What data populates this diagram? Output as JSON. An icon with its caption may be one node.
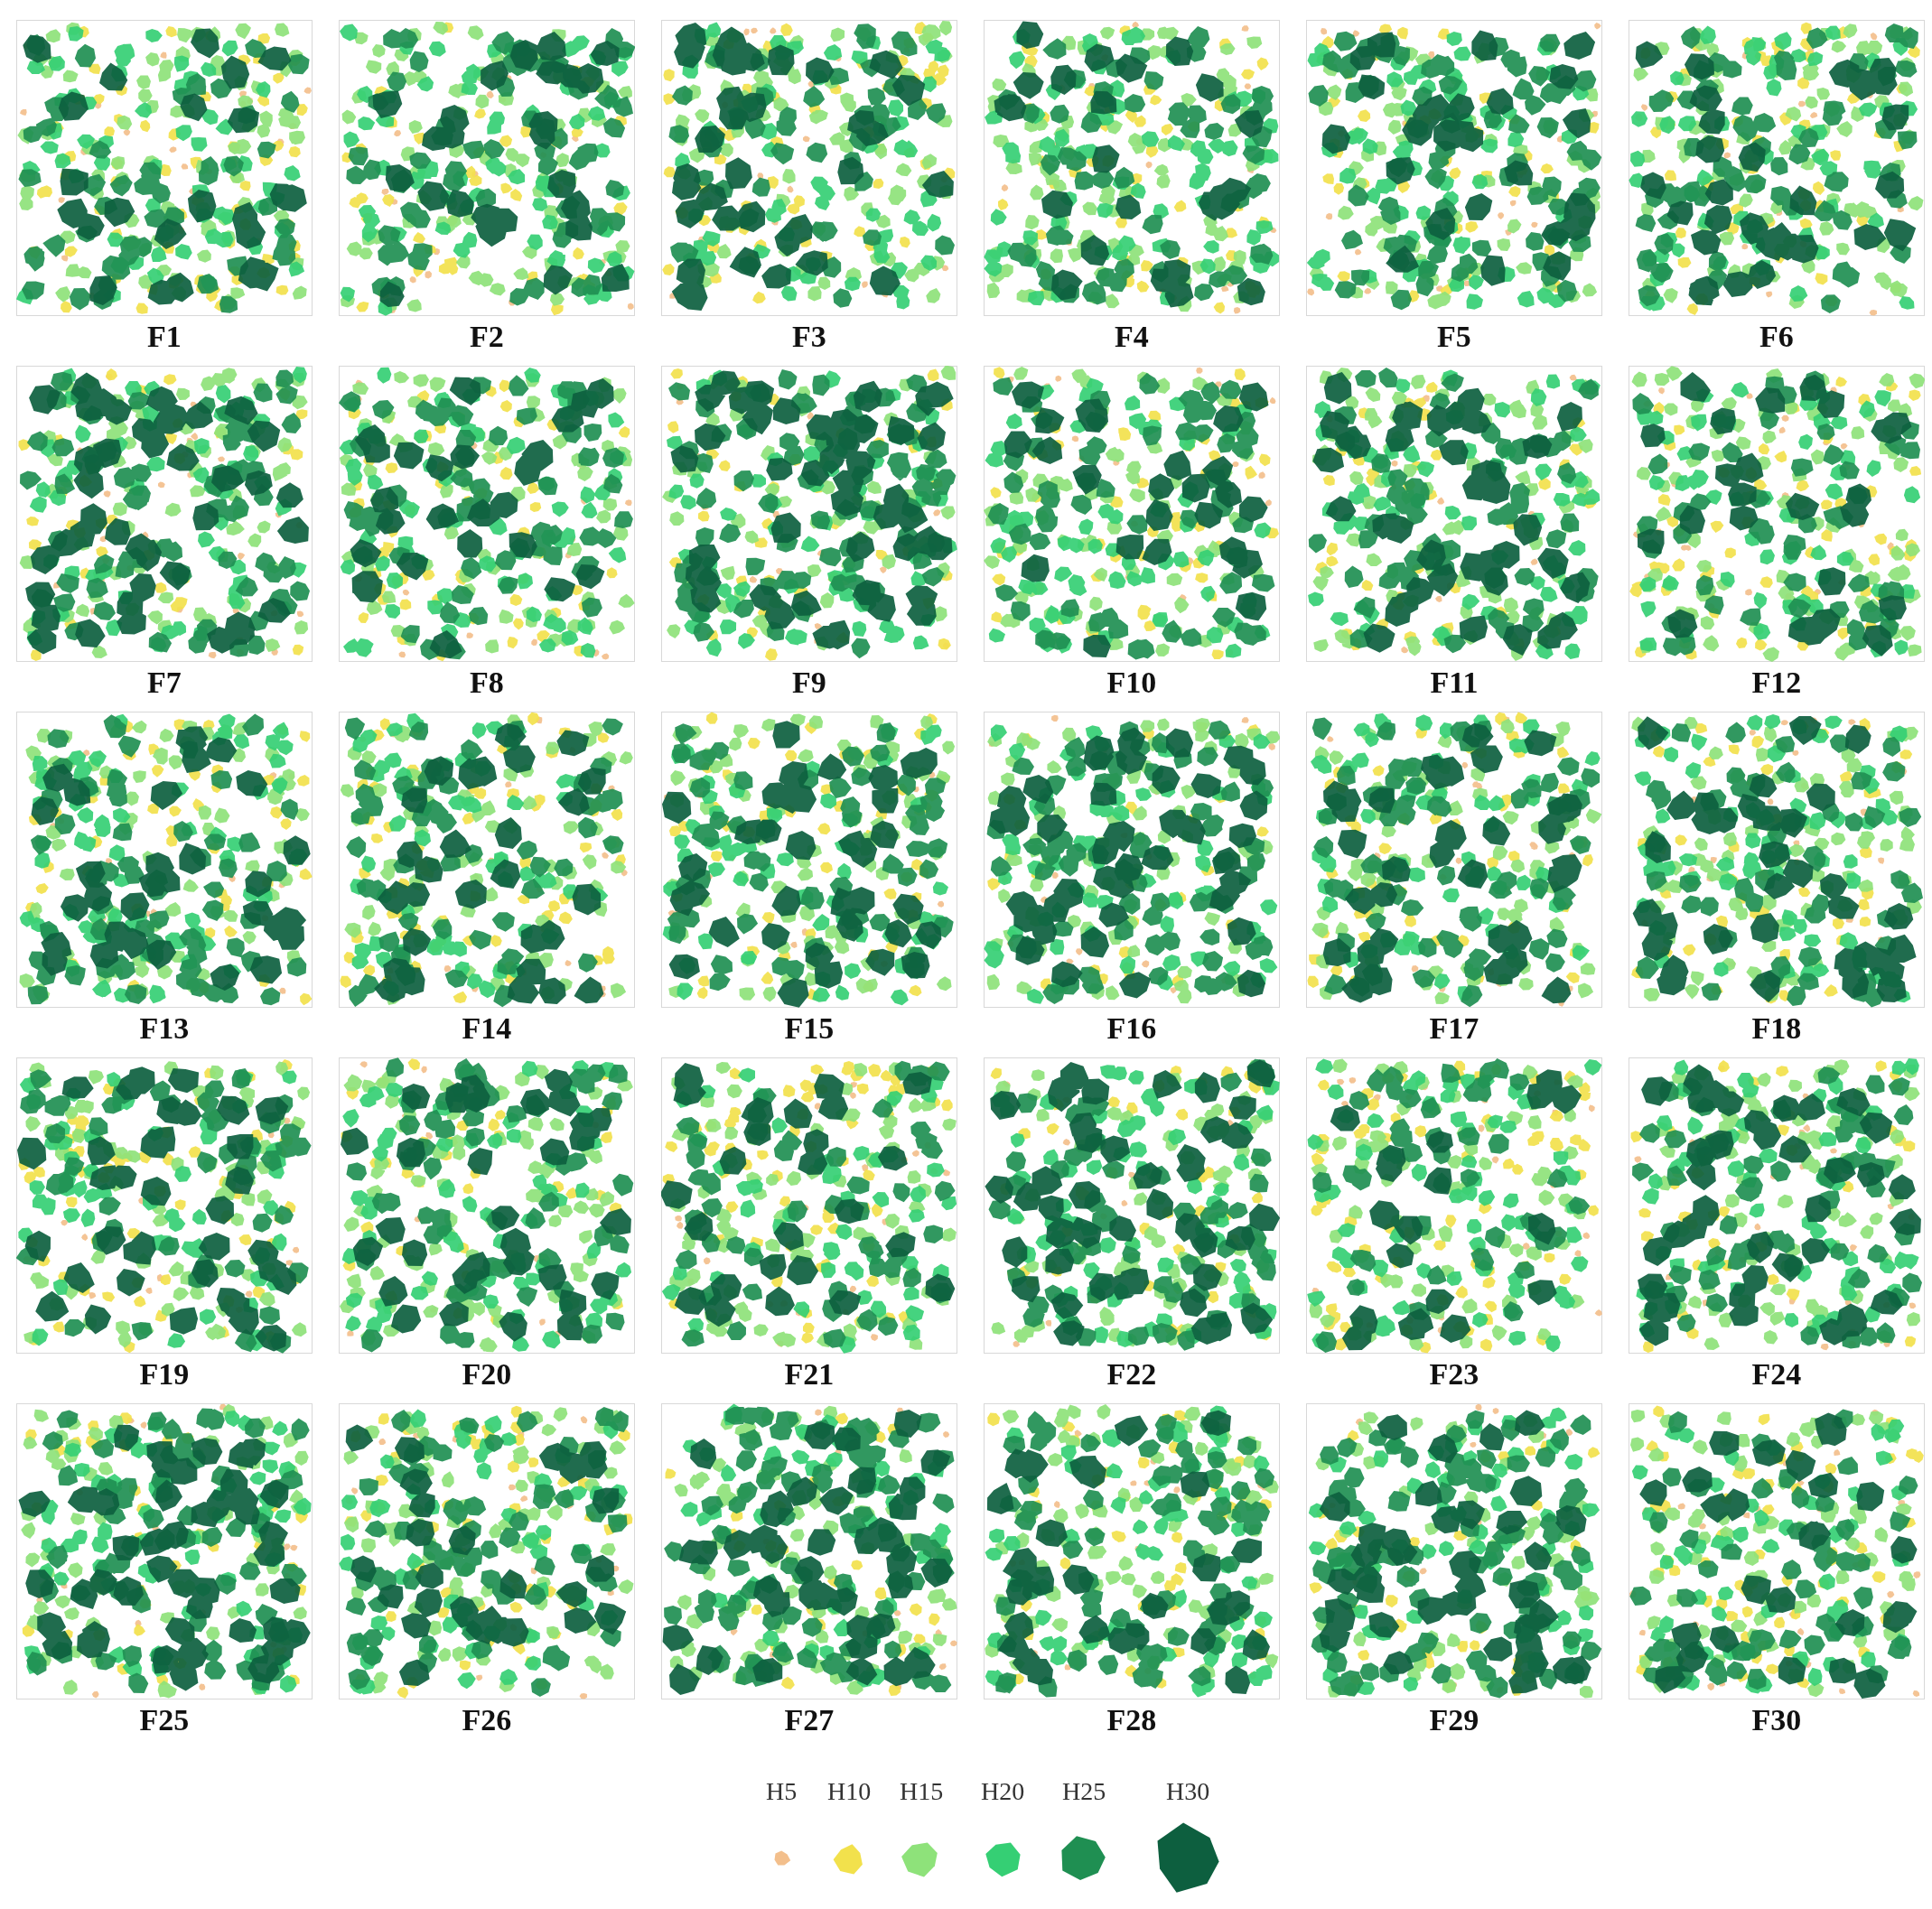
{
  "diagram": {
    "labels": [
      "F1",
      "F2",
      "F3",
      "F4",
      "F5",
      "F6",
      "F7",
      "F8",
      "F9",
      "F10",
      "F11",
      "F12",
      "F13",
      "F14",
      "F15",
      "F16",
      "F17",
      "F18",
      "F19",
      "F20",
      "F21",
      "F22",
      "F23",
      "F24",
      "F25",
      "F26",
      "F27",
      "F28",
      "F29",
      "F30"
    ],
    "legend": [
      {
        "text": "H5",
        "color": "#f3bf8c"
      },
      {
        "text": "H10",
        "color": "#f2e14c"
      },
      {
        "text": "H15",
        "color": "#8ee27a"
      },
      {
        "text": "H20",
        "color": "#35cf74"
      },
      {
        "text": "H25",
        "color": "#1f8f52"
      },
      {
        "text": "H30",
        "color": "#0d5f3f"
      }
    ]
  }
}
